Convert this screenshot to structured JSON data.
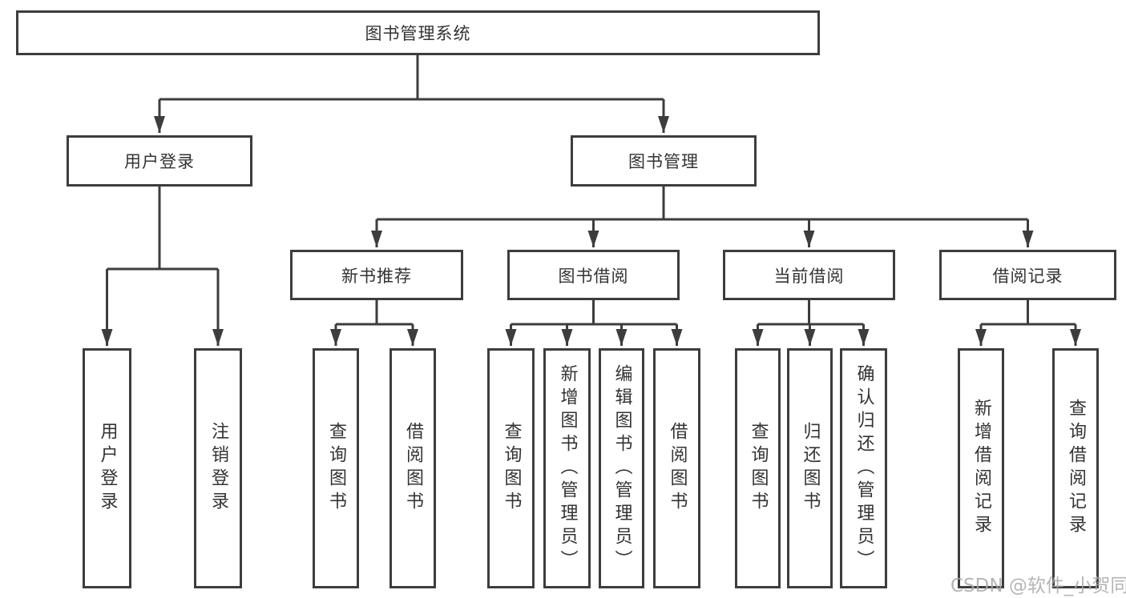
{
  "diagram": {
    "type": "tree",
    "title": "图书管理系统",
    "branches": [
      {
        "label": "用户登录",
        "children": [
          {
            "label": "用户登录"
          },
          {
            "label": "注销登录"
          }
        ]
      },
      {
        "label": "图书管理",
        "children": [
          {
            "label": "新书推荐",
            "children": [
              {
                "label": "查询图书"
              },
              {
                "label": "借阅图书"
              }
            ]
          },
          {
            "label": "图书借阅",
            "children": [
              {
                "label": "查询图书"
              },
              {
                "label": "新增图书（管理员）"
              },
              {
                "label": "编辑图书（管理员）"
              },
              {
                "label": "借阅图书"
              }
            ]
          },
          {
            "label": "当前借阅",
            "children": [
              {
                "label": "查询图书"
              },
              {
                "label": "归还图书"
              },
              {
                "label": "确认归还（管理员）"
              }
            ]
          },
          {
            "label": "借阅记录",
            "children": [
              {
                "label": "新增借阅记录"
              },
              {
                "label": "查询借阅记录"
              }
            ]
          }
        ]
      }
    ]
  },
  "watermark": {
    "text": "CSDN @软件_小贺同学"
  },
  "colors": {
    "line": "#3d3d3d",
    "box_border": "#3d3d3d",
    "text": "#333333",
    "background": "#ffffff",
    "watermark": "#a9a9a9"
  }
}
